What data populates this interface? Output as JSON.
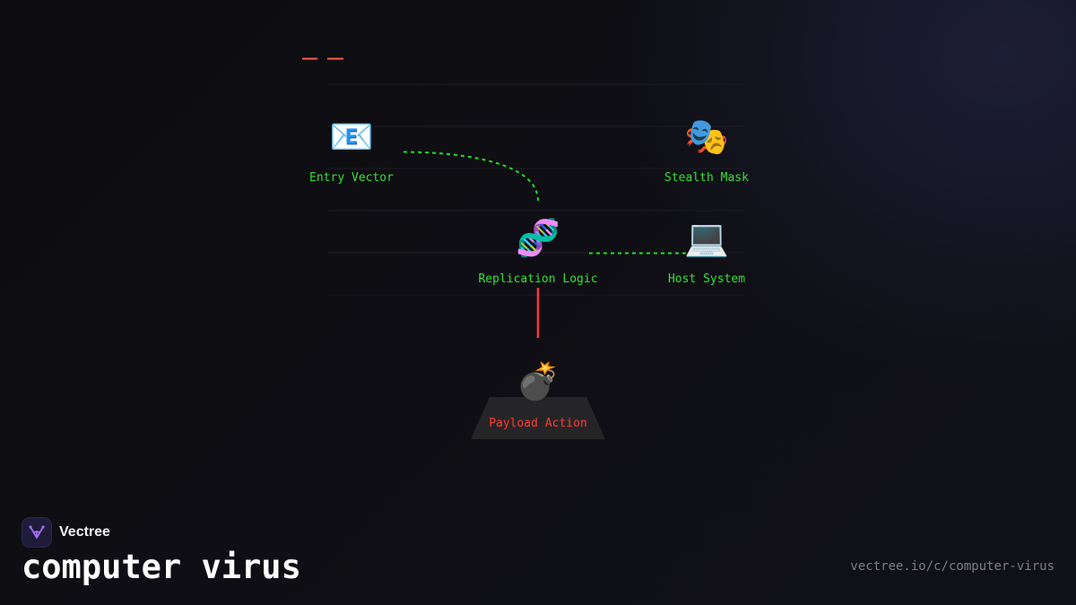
{
  "diagram": {
    "nodes": [
      {
        "id": "entry-vector",
        "label": "Entry Vector",
        "icon": "envelope-icon",
        "glyph": "📧",
        "color": "#35e135"
      },
      {
        "id": "stealth-mask",
        "label": "Stealth Mask",
        "icon": "masks-icon",
        "glyph": "🎭",
        "color": "#35e135"
      },
      {
        "id": "replication-logic",
        "label": "Replication Logic",
        "icon": "dna-icon",
        "glyph": "🧬",
        "color": "#35e135"
      },
      {
        "id": "host-system",
        "label": "Host System",
        "icon": "laptop-icon",
        "glyph": "💻",
        "color": "#35e135"
      },
      {
        "id": "payload-action",
        "label": "Payload Action",
        "icon": "bomb-icon",
        "glyph": "💣",
        "color": "#ff3b30"
      }
    ],
    "edges": [
      {
        "from": "entry-vector",
        "to": "replication-logic",
        "style": "dashed",
        "color": "#22dd22"
      },
      {
        "from": "replication-logic",
        "to": "host-system",
        "style": "dashed",
        "color": "#22dd22"
      },
      {
        "from": "replication-logic",
        "to": "payload-action",
        "style": "solid",
        "color": "#ff3333"
      }
    ],
    "accent_dash_color": "#ff5a4a",
    "gridline_color": "#1c1c24",
    "pedestal_color": "#252527"
  },
  "brand": {
    "name": "Vectree",
    "logo_icon": "vectree-logo-icon",
    "logo_color": "#a56cf0"
  },
  "title": "computer virus",
  "url": "vectree.io/c/computer-virus"
}
